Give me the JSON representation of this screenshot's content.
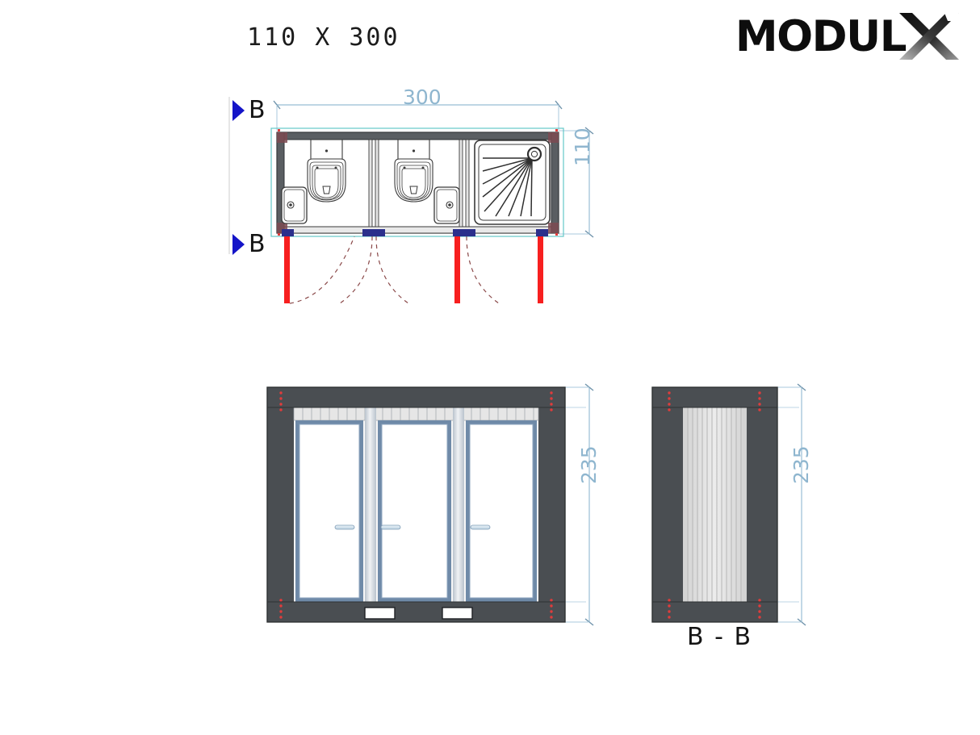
{
  "page": {
    "title": "110 X 300",
    "background_color": "#ffffff"
  },
  "logo": {
    "word": "MODUL",
    "x_mark": "X",
    "color": "#0d0d0d"
  },
  "colors": {
    "dimension_line": "#a9c8dc",
    "dimension_text": "#8fb6cf",
    "frame_dark": "#4a4e52",
    "frame_darker": "#3e4246",
    "door_frame_blue": "#6f8aa8",
    "door_fill": "#ffffff",
    "panel_light": "#dcdcdc",
    "door_red": "#f71f1f",
    "hinge_blue": "#2b2f8c",
    "swing_arc": "#8b4a4a",
    "corner_marker_red": "#e03c3c",
    "selection_cyan": "#63c8c8",
    "fixture_outline": "#3a3a3a"
  },
  "plan_view": {
    "name": "floor-plan-110x300",
    "dimensions": {
      "width_label": "300",
      "depth_label": "110"
    },
    "section_markers": [
      {
        "letter": "B",
        "position": "top"
      },
      {
        "letter": "B",
        "position": "bottom"
      }
    ],
    "rooms": [
      {
        "index": 1,
        "fixtures": [
          "toilet",
          "sink"
        ]
      },
      {
        "index": 2,
        "fixtures": [
          "toilet",
          "sink"
        ]
      },
      {
        "index": 3,
        "fixtures": [
          "shower-tray"
        ]
      }
    ],
    "doors": [
      {
        "index": 1,
        "swing": "right"
      },
      {
        "index": 2,
        "swing": "right"
      },
      {
        "index": 3,
        "swing": "left"
      },
      {
        "index": 4,
        "swing": "left"
      }
    ]
  },
  "front_elevation": {
    "name": "front-elevation",
    "height_label": "235",
    "door_count": 3,
    "forklift_pockets": 2,
    "has_corrugated_band": true
  },
  "side_section": {
    "name": "side-section-b-b",
    "caption": "B - B",
    "height_label": "235",
    "corrugation_lines": 13
  }
}
